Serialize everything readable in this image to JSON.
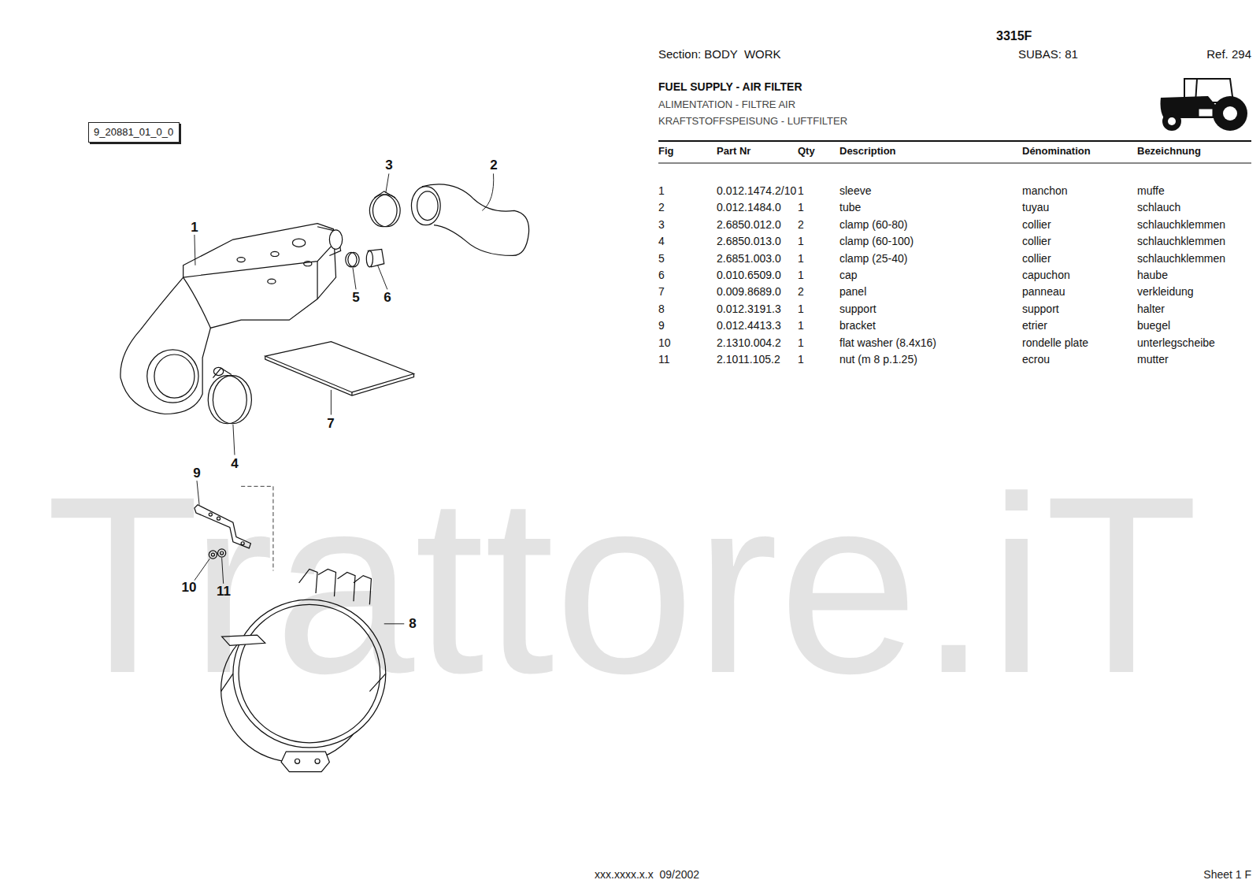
{
  "diagram": {
    "title": "FUEL SUPPLY - AIR FILTER",
    "nodes": [
      {
        "text": [
          "9_20881_01_0_0"
        ]
      }
    ],
    "labels": [
      "3315F",
      "Section: BODY  WORK",
      "SUBAS: 81",
      "Ref. 294",
      "ALIMENTATION - FILTRE AIR",
      "KRAFTSTOFFSPEISUNG - LUFTFILTER",
      "Fig",
      "Part Nr",
      "Qty",
      "Description",
      "Dénomination",
      "Bezeichnung",
      "1",
      "0.012.1474.2/10",
      "1",
      "sleeve",
      "manchon",
      "muffe",
      "2",
      "0.012.1484.0",
      "1",
      "tube",
      "tuyau",
      "schlauch",
      "3",
      "2.6850.012.0",
      "2",
      "clamp (60-80)",
      "collier",
      "schlauchklemmen",
      "4",
      "2.6850.013.0",
      "1",
      "clamp (60-100)",
      "collier",
      "schlauchklemmen",
      "5",
      "2.6851.003.0",
      "1",
      "clamp (25-40)",
      "collier",
      "schlauchklemmen",
      "6",
      "0.010.6509.0",
      "1",
      "cap",
      "capuchon",
      "haube",
      "7",
      "0.009.8689.0",
      "2",
      "panel",
      "panneau",
      "verkleidung",
      "8",
      "0.012.3191.3",
      "1",
      "support",
      "support",
      "halter",
      "9",
      "0.012.4413.3",
      "1",
      "bracket",
      "etrier",
      "buegel",
      "10",
      "2.1310.004.2",
      "1",
      "flat washer (8.4x16)",
      "rondelle plate",
      "unterlegscheibe",
      "11",
      "2.1011.105.2",
      "1",
      "nut (m 8 p.1.25)",
      "ecrou",
      "mutter",
      "3",
      "2",
      "1",
      "5",
      "6",
      "7",
      "4",
      "9",
      "10",
      "11",
      "8",
      "Trattore.iT",
      "xxx.xxxx.x.x  09/2002",
      "Sheet 1 F"
    ]
  }
}
